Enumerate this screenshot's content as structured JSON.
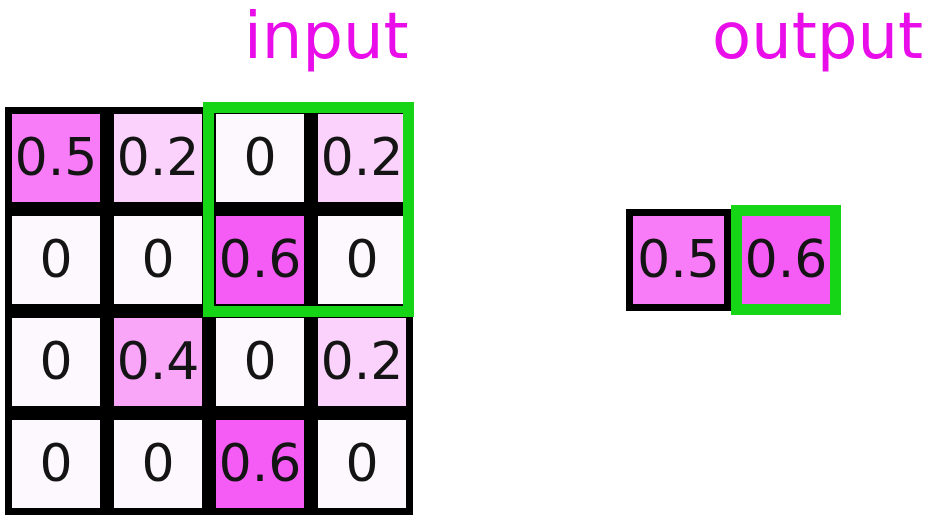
{
  "titles": {
    "input": "input",
    "output": "output"
  },
  "colors": {
    "title_text": "#e90ee9",
    "highlight_green": "#16d416",
    "cell_border": "#000000",
    "cell_text": "#141414",
    "value_fill_map": {
      "0": "#fdf8fd",
      "0.2": "#fbd2fb",
      "0.4": "#f9a6f9",
      "0.5": "#f87cf8",
      "0.6": "#f55cf5"
    }
  },
  "input_grid": {
    "rows": 4,
    "cols": 4,
    "cells": [
      {
        "label": "0.5",
        "color": "#f87cf8"
      },
      {
        "label": "0.2",
        "color": "#fbd2fb"
      },
      {
        "label": "0",
        "color": "#fdf8fd"
      },
      {
        "label": "0.2",
        "color": "#fbd2fb"
      },
      {
        "label": "0",
        "color": "#fdf8fd"
      },
      {
        "label": "0",
        "color": "#fdf8fd"
      },
      {
        "label": "0.6",
        "color": "#f55cf5"
      },
      {
        "label": "0",
        "color": "#fdf8fd"
      },
      {
        "label": "0",
        "color": "#fdf8fd"
      },
      {
        "label": "0.4",
        "color": "#f9a6f9"
      },
      {
        "label": "0",
        "color": "#fdf8fd"
      },
      {
        "label": "0.2",
        "color": "#fbd2fb"
      },
      {
        "label": "0",
        "color": "#fdf8fd"
      },
      {
        "label": "0",
        "color": "#fdf8fd"
      },
      {
        "label": "0.6",
        "color": "#f55cf5"
      },
      {
        "label": "0",
        "color": "#fdf8fd"
      }
    ],
    "highlight_region": {
      "rows": "1-2",
      "cols": "3-4"
    }
  },
  "output_grid": {
    "cells": [
      {
        "label": "0.5",
        "color": "#f87cf8",
        "highlighted": false
      },
      {
        "label": "0.6",
        "color": "#f55cf5",
        "highlighted": true
      }
    ]
  }
}
